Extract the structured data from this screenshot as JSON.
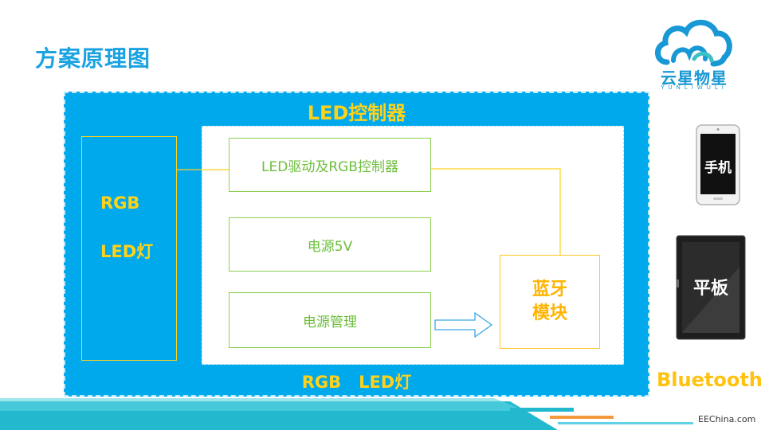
{
  "slide": {
    "title": "方案原理图"
  },
  "logo": {
    "name": "云星物星",
    "sub": "YUNLIWULI"
  },
  "diagram": {
    "outer_title": "LED控制器",
    "rgb_led": {
      "line1": "RGB",
      "line2": "LED灯"
    },
    "boxes": {
      "driver": "LED驱动及RGB控制器",
      "power_5v": "电源5V",
      "power_mgmt": "电源管理"
    },
    "bluetooth_module": {
      "line1": "蓝牙",
      "line2": "模块"
    },
    "bottom_label": "RGB   LED灯"
  },
  "devices": {
    "phone": "手机",
    "tablet": "平板",
    "bluetooth": "Bluetooth"
  },
  "footer": {
    "source": "EEChina.com"
  },
  "colors": {
    "blue": "#00a9ec",
    "yellow": "#ffd21a",
    "green": "#8cd050",
    "title_blue": "#1aa3e0"
  }
}
